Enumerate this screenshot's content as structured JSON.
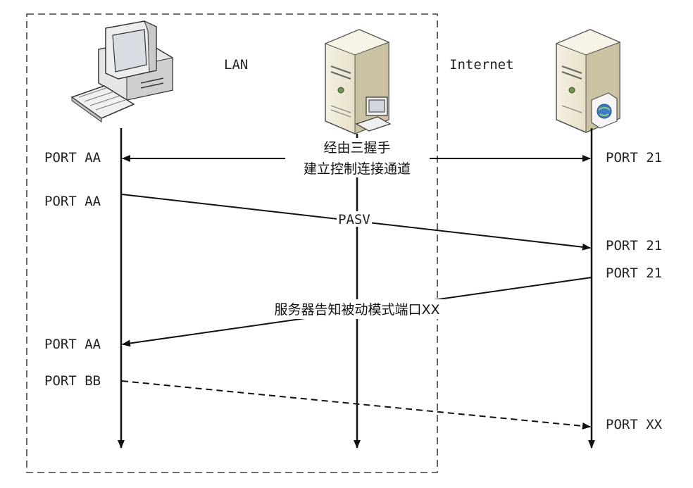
{
  "zones": {
    "lan": "LAN",
    "internet": "Internet"
  },
  "nodes": {
    "client": {
      "icon": "desktop-computer-icon"
    },
    "gateway": {
      "icon": "server-with-workstation-icon"
    },
    "ftp_server": {
      "icon": "web-server-icon"
    }
  },
  "ports": {
    "client_1": "PORT AA",
    "client_2": "PORT AA",
    "client_3": "PORT AA",
    "client_4": "PORT BB",
    "server_1": "PORT 21",
    "server_2": "PORT 21",
    "server_3": "PORT 21",
    "server_4": "PORT XX"
  },
  "messages": {
    "handshake_line1": "经由三握手",
    "handshake_line2": "建立控制连接通道",
    "pasv": "PASV",
    "passive_reply": "服务器告知被动模式端口XX"
  },
  "colors": {
    "line": "#111111",
    "server_body": "#e9e2cc",
    "server_side": "#cfc6a8"
  }
}
